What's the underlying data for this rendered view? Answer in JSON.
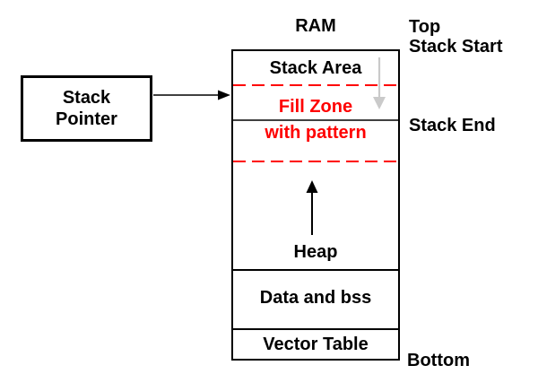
{
  "colors": {
    "red": "#fe0000",
    "gray": "#cacaca",
    "black": "#000000"
  },
  "stack_pointer_box": {
    "line1": "Stack",
    "line2": "Pointer"
  },
  "ram": {
    "title": "RAM",
    "sections": {
      "stack_area": "Stack Area",
      "fill_zone_line1": "Fill Zone",
      "fill_zone_line2": "with pattern",
      "heap": "Heap",
      "data_and_bss": "Data and bss",
      "vector_table": "Vector Table"
    }
  },
  "markers": {
    "top": "Top",
    "stack_start": "Stack Start",
    "stack_end": "Stack End",
    "bottom": "Bottom"
  }
}
